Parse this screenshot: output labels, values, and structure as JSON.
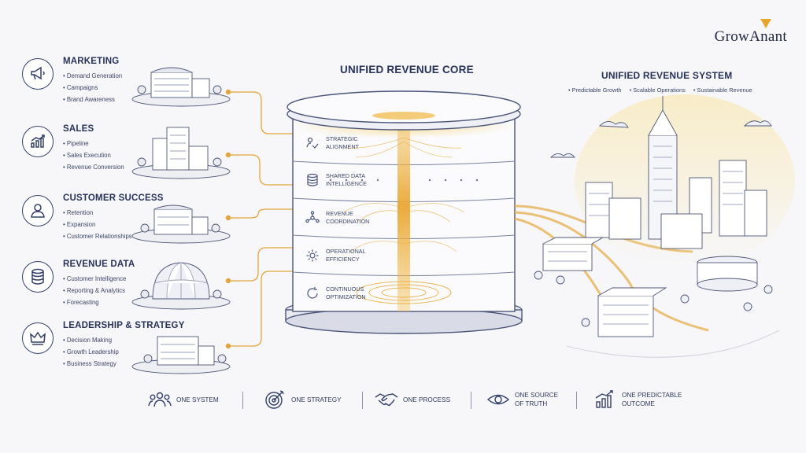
{
  "brand": {
    "name": "GrowAnant"
  },
  "departments": [
    {
      "icon": "megaphone-icon",
      "title": "MARKETING",
      "items": [
        "Demand Generation",
        "Campaigns",
        "Brand Awareness"
      ]
    },
    {
      "icon": "growth-chart-icon",
      "title": "SALES",
      "items": [
        "Pipeline",
        "Sales Execution",
        "Revenue Conversion"
      ]
    },
    {
      "icon": "user-icon",
      "title": "CUSTOMER SUCCESS",
      "items": [
        "Retention",
        "Expansion",
        "Customer Relationships"
      ]
    },
    {
      "icon": "database-icon",
      "title": "REVENUE DATA",
      "items": [
        "Customer Intelligence",
        "Reporting & Analytics",
        "Forecasting"
      ]
    },
    {
      "icon": "crown-icon",
      "title": "LEADERSHIP & STRATEGY",
      "items": [
        "Decision Making",
        "Growth Leadership",
        "Business Strategy"
      ]
    }
  ],
  "core": {
    "title": "UNIFIED REVENUE CORE",
    "layers": [
      {
        "icon": "alignment-icon",
        "label": "STRATEGIC ALIGNMENT"
      },
      {
        "icon": "database-icon",
        "label": "SHARED DATA INTELLIGENCE"
      },
      {
        "icon": "network-icon",
        "label": "REVENUE COORDINATION"
      },
      {
        "icon": "gear-icon",
        "label": "OPERATIONAL EFFICIENCY"
      },
      {
        "icon": "refresh-icon",
        "label": "CONTINUOUS OPTIMIZATION"
      }
    ]
  },
  "system": {
    "title": "UNIFIED REVENUE SYSTEM",
    "features": [
      "Predictable Growth",
      "Scalable Operations",
      "Sustainable Revenue"
    ]
  },
  "footer": [
    {
      "icon": "team-icon",
      "label": "ONE SYSTEM"
    },
    {
      "icon": "target-icon",
      "label": "ONE STRATEGY"
    },
    {
      "icon": "handshake-icon",
      "label": "ONE PROCESS"
    },
    {
      "icon": "eye-icon",
      "label": "ONE SOURCE OF TRUTH"
    },
    {
      "icon": "bar-growth-icon",
      "label": "ONE PREDICTABLE OUTCOME"
    }
  ],
  "colors": {
    "ink": "#27325a",
    "accent": "#e7a52c",
    "line": "#34406a",
    "paper": "#f7f7f9"
  }
}
